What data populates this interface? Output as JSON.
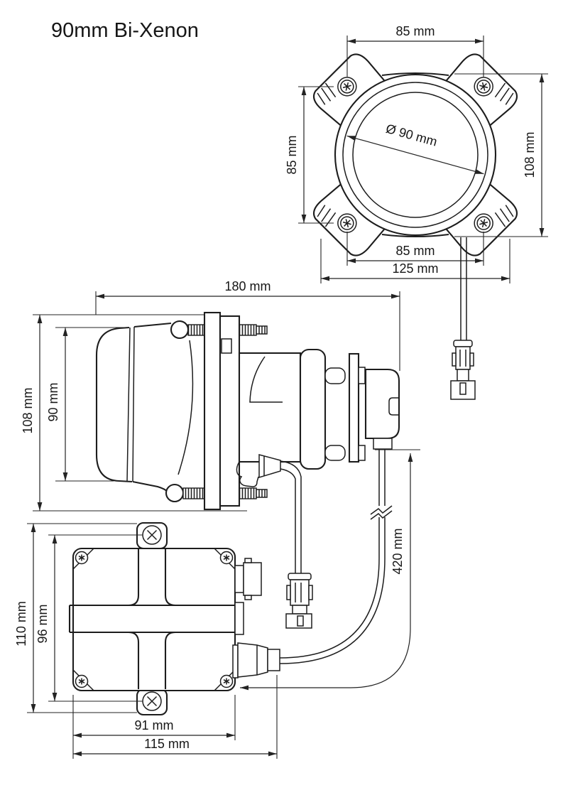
{
  "title": "90mm Bi-Xenon",
  "dimensions": {
    "front_top": "85 mm",
    "front_screw_height": "85 mm",
    "front_height": "108 mm",
    "lens_diameter": "Ø 90 mm",
    "front_screw_width": "85 mm",
    "front_width": "125 mm",
    "side_length": "180 mm",
    "side_height": "108 mm",
    "side_lens_height": "90 mm",
    "ballast_height": "110 mm",
    "ballast_screw_height": "96 mm",
    "ballast_body_width": "91 mm",
    "ballast_width": "115 mm",
    "cable_length": "420 mm"
  },
  "colors": {
    "line": "#1d1d1d",
    "dimension": "#232323",
    "background": "#ffffff"
  }
}
